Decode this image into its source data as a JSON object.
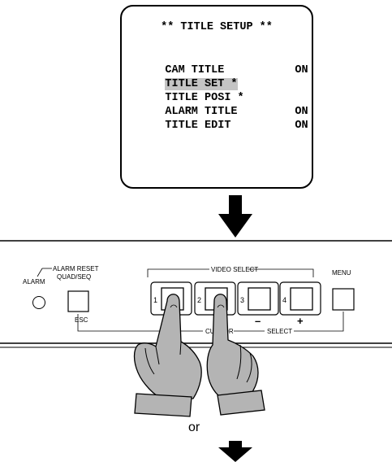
{
  "menu": {
    "title": "** TITLE SETUP **",
    "items": [
      {
        "label": "CAM TITLE",
        "value": "ON",
        "highlighted": false
      },
      {
        "label": "TITLE SET *",
        "value": "",
        "highlighted": true
      },
      {
        "label": "TITLE POSI *",
        "value": "",
        "highlighted": false
      },
      {
        "label": "ALARM TITLE",
        "value": "ON",
        "highlighted": false
      },
      {
        "label": "TITLE EDIT",
        "value": "ON",
        "highlighted": false
      }
    ]
  },
  "panel": {
    "alarm_label": "ALARM",
    "alarm_reset_label": "ALARM RESET",
    "quad_seq_label": "QUAD/SEQ",
    "esc_label": "ESC",
    "video_select_label": "VIDEO SELECT",
    "menu_label": "MENU",
    "cursor_label": "CURSOR",
    "select_label": "SELECT",
    "minus_label": "–",
    "plus_label": "+",
    "buttons": [
      "1",
      "2",
      "3",
      "4"
    ]
  },
  "or_label": "or",
  "colors": {
    "highlight": "#c4c4c4",
    "hand_fill": "#b4b4b4",
    "ink": "#000000"
  }
}
